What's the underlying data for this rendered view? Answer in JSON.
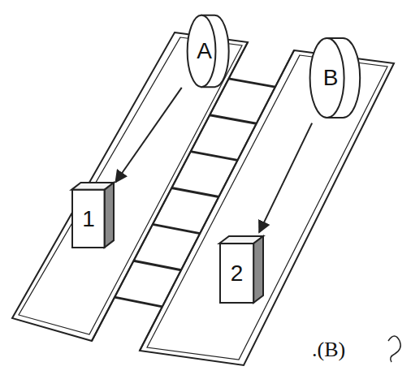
{
  "diagram": {
    "nodes": [
      {
        "text": [
          "A"
        ]
      },
      {
        "text": [
          "B"
        ]
      },
      {
        "text": [
          "1"
        ]
      },
      {
        "text": [
          "2"
        ]
      }
    ],
    "edges": [
      {
        "from": 0,
        "to": 2,
        "arrow": "to"
      },
      {
        "from": 1,
        "to": 3,
        "arrow": "to"
      }
    ],
    "labels": [
      ".(B)"
    ]
  }
}
